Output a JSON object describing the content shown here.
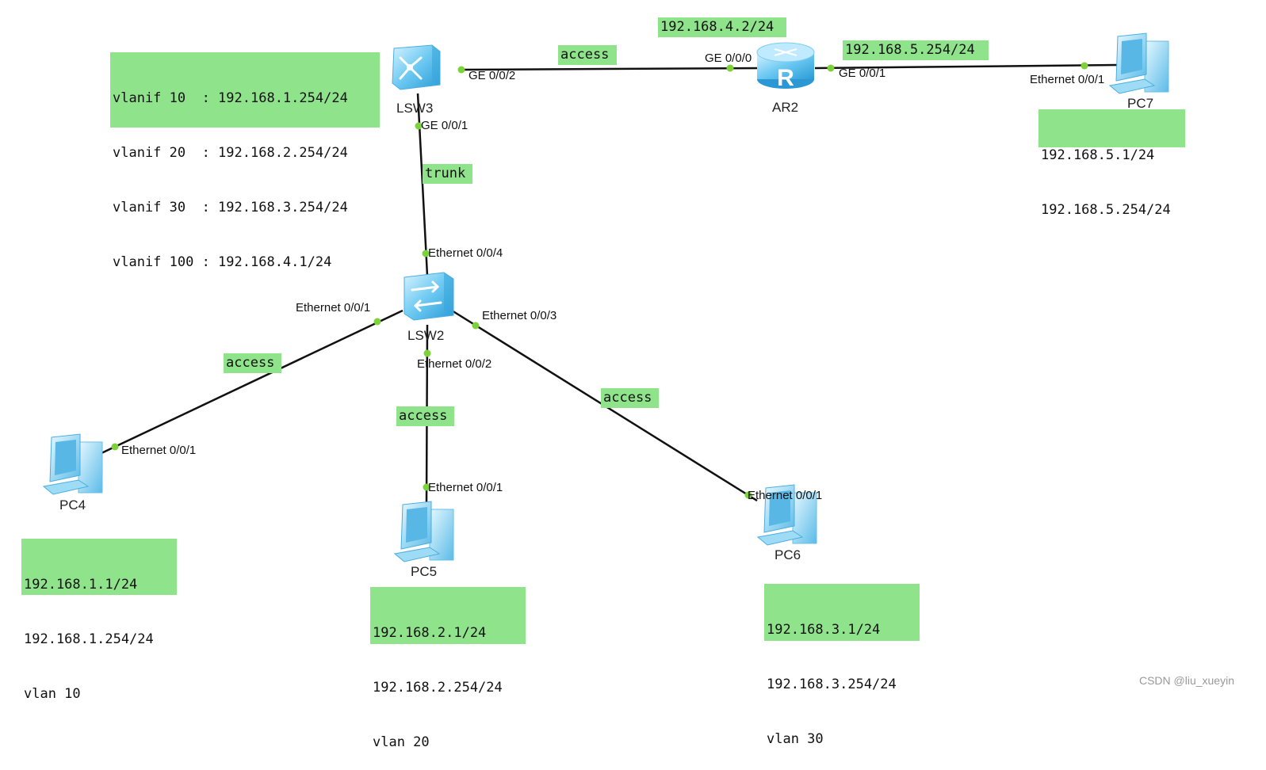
{
  "devices": {
    "lsw3": "LSW3",
    "ar2": "AR2",
    "pc7": "PC7",
    "lsw2": "LSW2",
    "pc4": "PC4",
    "pc5": "PC5",
    "pc6": "PC6"
  },
  "ports": {
    "lsw3_ge002": "GE 0/0/2",
    "lsw3_ge001": "GE 0/0/1",
    "ar2_ge000": "GE 0/0/0",
    "ar2_ge001": "GE 0/0/1",
    "pc7_eth": "Ethernet 0/0/1",
    "lsw2_eth004": "Ethernet 0/0/4",
    "lsw2_eth001": "Ethernet 0/0/1",
    "lsw2_eth003": "Ethernet 0/0/3",
    "lsw2_eth002": "Ethernet 0/0/2",
    "pc4_eth": "Ethernet 0/0/1",
    "pc5_eth": "Ethernet 0/0/1",
    "pc6_eth": "Ethernet 0/0/1"
  },
  "link_modes": {
    "lsw3_ar2": "access",
    "lsw3_lsw2": "trunk",
    "lsw2_pc4": "access",
    "lsw2_pc5": "access",
    "lsw2_pc6": "access"
  },
  "notes": {
    "lsw3": [
      "vlanif 10  : 192.168.1.254/24",
      "vlanif 20  : 192.168.2.254/24",
      "vlanif 30  : 192.168.3.254/24",
      "vlanif 100 : 192.168.4.1/24"
    ],
    "ar2_g0": "192.168.4.2/24",
    "ar2_g1": "192.168.5.254/24",
    "pc7": [
      "192.168.5.1/24",
      "192.168.5.254/24"
    ],
    "pc4": [
      "192.168.1.1/24",
      "192.168.1.254/24",
      "vlan 10"
    ],
    "pc5": [
      "192.168.2.1/24",
      "192.168.2.254/24",
      "vlan 20"
    ],
    "pc6": [
      "192.168.3.1/24",
      "192.168.3.254/24",
      "vlan 30"
    ]
  },
  "watermark": "CSDN @liu_xueyin",
  "colors": {
    "note_bg": "#8fe38a",
    "port_dot": "#7dd23c",
    "link": "#111111",
    "device_blue": "#5fc3f0"
  },
  "icons": {
    "lsw3": "l3-switch-icon",
    "ar2": "router-icon",
    "lsw2": "l2-switch-icon",
    "pc": "pc-icon"
  }
}
